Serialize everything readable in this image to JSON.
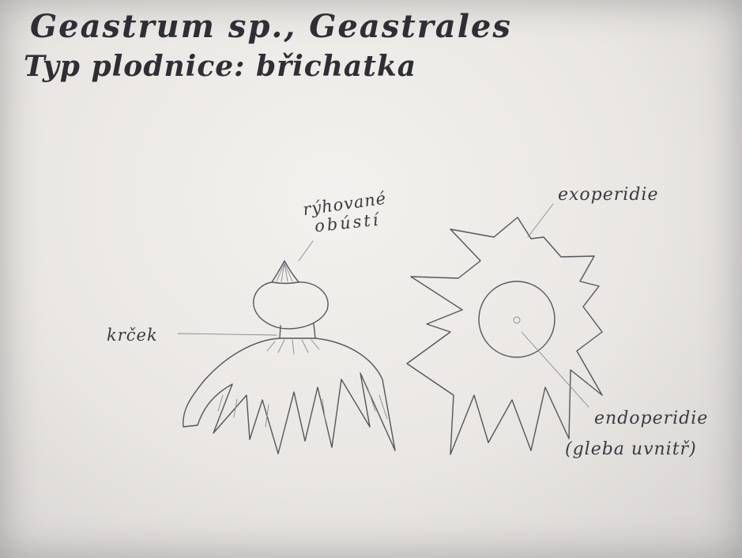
{
  "title": {
    "line1": "Geastrum sp., Geastrales",
    "line2": "Typ plodnice: břichatka"
  },
  "labels": {
    "ryhovane_line1": "rýhované",
    "ryhovane_line2": "obústí",
    "krcek": "krček",
    "exoperidie": "exoperidie",
    "endoperidie": "endoperidie",
    "gleba": "(gleba uvnitř)"
  },
  "colors": {
    "paper": "#efede9",
    "pencil": "#55555c",
    "ink": "#2e2e34"
  }
}
